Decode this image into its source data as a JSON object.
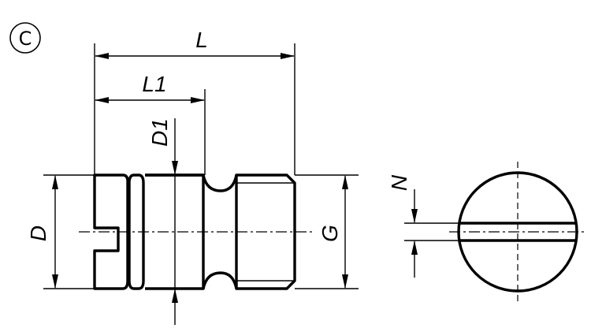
{
  "view_label": "C",
  "dimensions": {
    "L": "L",
    "L1": "L1",
    "D1": "D1",
    "D": "D",
    "G": "G",
    "N": "N"
  }
}
